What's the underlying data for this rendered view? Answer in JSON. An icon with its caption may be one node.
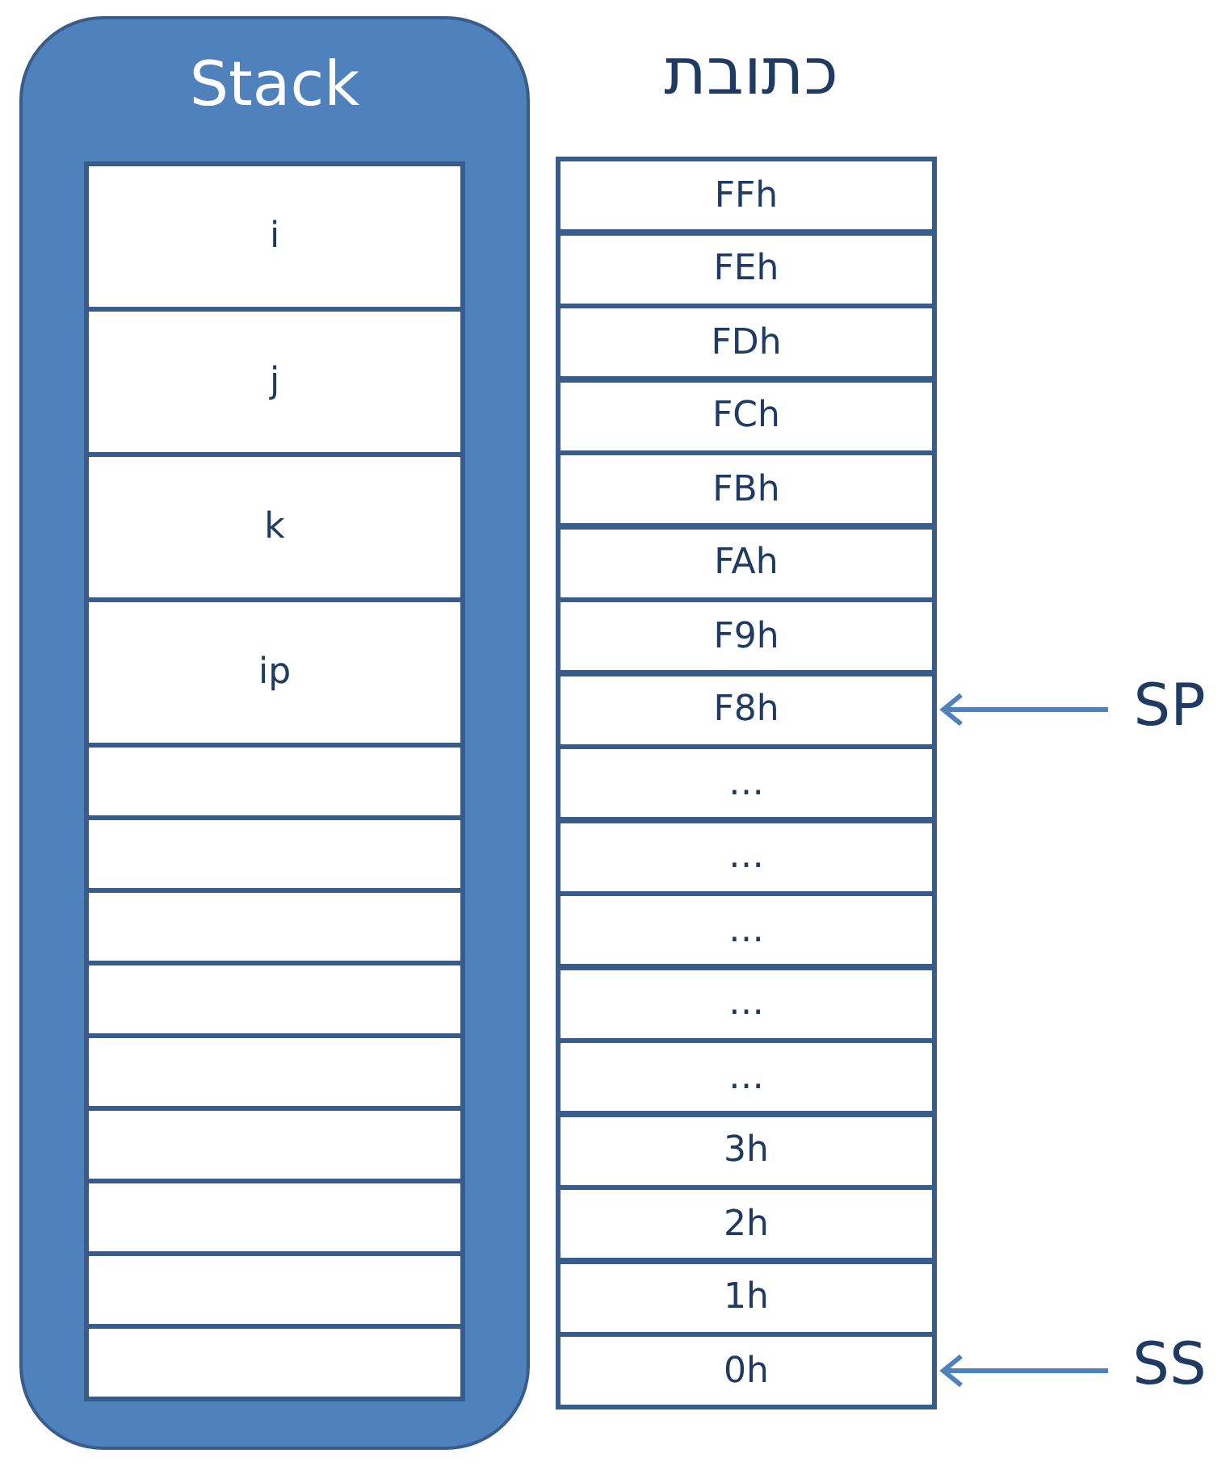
{
  "diagram": {
    "nodes": [
      {
        "text": [
          "Stack"
        ]
      },
      {
        "text": [
          "i"
        ],
        "in": 0
      },
      {
        "text": [
          "j"
        ],
        "in": 0
      },
      {
        "text": [
          "k"
        ],
        "in": 0
      },
      {
        "text": [
          "ip"
        ],
        "in": 0
      },
      {
        "text": [],
        "shape": "box",
        "in": 0
      },
      {
        "text": [],
        "shape": "box",
        "in": 0
      },
      {
        "text": [],
        "shape": "box",
        "in": 0
      },
      {
        "text": [],
        "shape": "box",
        "in": 0
      },
      {
        "text": [],
        "shape": "box",
        "in": 0
      },
      {
        "text": [],
        "shape": "box",
        "in": 0
      },
      {
        "text": [],
        "shape": "box",
        "in": 0
      },
      {
        "text": [],
        "shape": "box",
        "in": 0
      },
      {
        "text": [],
        "shape": "box",
        "in": 0
      },
      {
        "text": [
          "FFh"
        ]
      },
      {
        "text": [
          "FEh"
        ]
      },
      {
        "text": [
          "FDh"
        ]
      },
      {
        "text": [
          "FCh"
        ]
      },
      {
        "text": [
          "FBh"
        ]
      },
      {
        "text": [
          "FAh"
        ]
      },
      {
        "text": [
          "F9h"
        ]
      },
      {
        "text": [
          "F8h"
        ]
      },
      {
        "text": [
          "…"
        ]
      },
      {
        "text": [
          "…"
        ]
      },
      {
        "text": [
          "…"
        ]
      },
      {
        "text": [
          "…"
        ]
      },
      {
        "text": [
          "…"
        ]
      },
      {
        "text": [
          "3h"
        ]
      },
      {
        "text": [
          "2h"
        ]
      },
      {
        "text": [
          "1h"
        ]
      },
      {
        "text": [
          "0h"
        ]
      },
      {
        "text": [
          "SP"
        ]
      },
      {
        "text": [
          "SS"
        ]
      }
    ],
    "edges": [
      {
        "from": 31,
        "to": 21,
        "arrow": "to"
      },
      {
        "from": 32,
        "to": 30,
        "arrow": "to"
      }
    ],
    "labels": [
      "כתובת"
    ]
  }
}
